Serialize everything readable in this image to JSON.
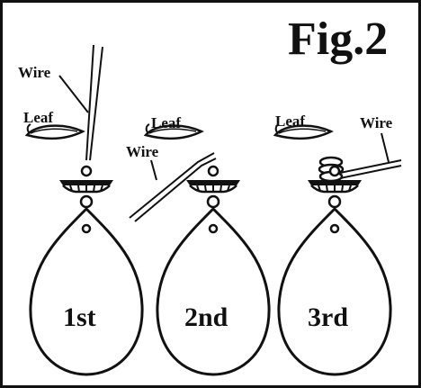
{
  "figure": {
    "title": "Fig.2",
    "panels": [
      {
        "step_label": "1st",
        "leaf_label": "Leaf",
        "wire_label": "Wire"
      },
      {
        "step_label": "2nd",
        "leaf_label": "Leaf",
        "wire_label": "Wire"
      },
      {
        "step_label": "3rd",
        "leaf_label": "Leaf",
        "wire_label": "Wire"
      }
    ]
  },
  "colors": {
    "ink": "#111111",
    "background": "#ffffff"
  }
}
